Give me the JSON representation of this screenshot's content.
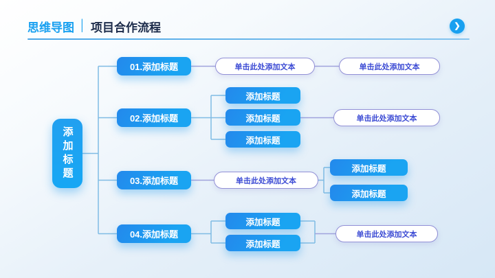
{
  "header": {
    "category": "思维导图",
    "separator": "│",
    "title": "项目合作流程",
    "button_glyph": "❯"
  },
  "mindmap": {
    "root_label": "添加标题",
    "branches": [
      {
        "label": "01.添加标题",
        "subs": [],
        "texts": [
          "单击此处添加文本",
          "单击此处添加文本"
        ]
      },
      {
        "label": "02.添加标题",
        "subs": [
          "添加标题",
          "添加标题",
          "添加标题"
        ],
        "texts": [
          "单击此处添加文本"
        ]
      },
      {
        "label": "03.添加标题",
        "subs": [
          "添加标题",
          "添加标题"
        ],
        "texts": [
          "单击此处添加文本"
        ]
      },
      {
        "label": "04.添加标题",
        "subs": [
          "添加标题",
          "添加标题"
        ],
        "texts": [
          "单击此处添加文本"
        ]
      }
    ]
  },
  "colors": {
    "accent_blue": "#18A0F0",
    "title_dark": "#1C2B4A",
    "node_gradient_start": "#2389EC",
    "node_gradient_end": "#1AA4F2",
    "pill_border": "#918FD6",
    "pill_text": "#3C4BD4",
    "connector_blue": "#7FBBE4",
    "connector_lavender": "#A0A2DC",
    "background_bottom": "#D6E7F6"
  }
}
